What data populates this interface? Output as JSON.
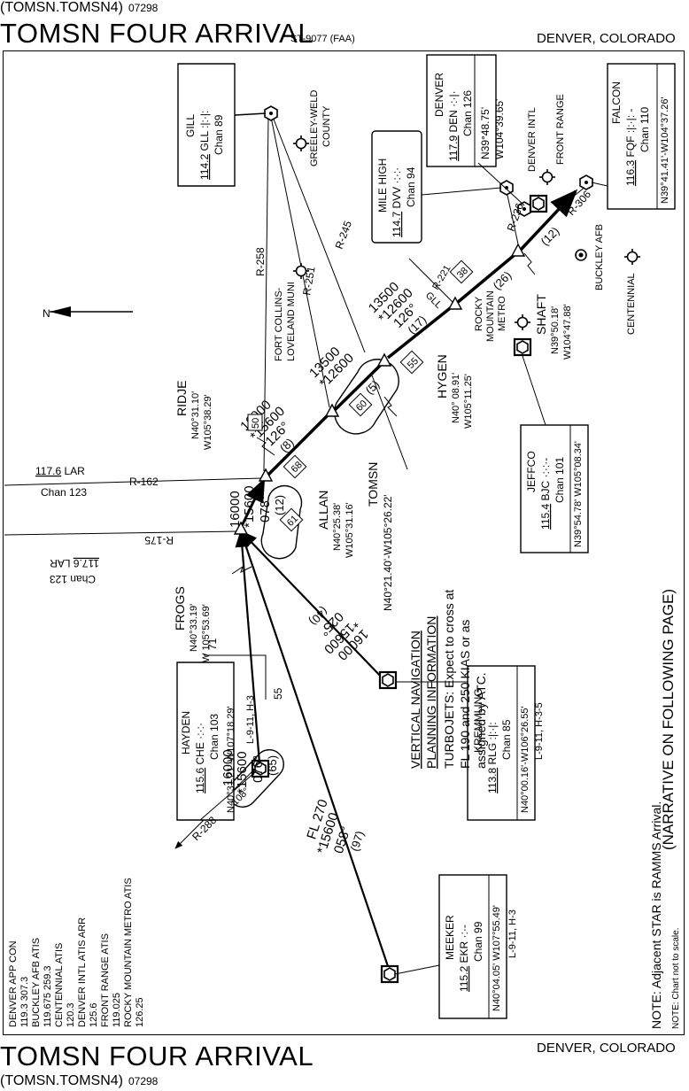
{
  "header": {
    "code": "(TOMSN.TOMSN4)",
    "code_number": "07298",
    "title": "TOMSN FOUR ARRIVAL",
    "procedure_no": "ST-9077 (FAA)",
    "location": "DENVER, COLORADO"
  },
  "footer": {
    "title": "TOMSN FOUR ARRIVAL",
    "code": "(TOMSN.TOMSN4)",
    "code_number": "07298",
    "location": "DENVER, COLORADO"
  },
  "navaids": {
    "gill": {
      "name": "GILL",
      "freq": "114.2",
      "ident": "GLL",
      "chan": "Chan 89"
    },
    "denver": {
      "name": "DENVER",
      "freq": "117.9",
      "ident": "DEN",
      "chan": "Chan 126",
      "lat": "N39°48.75'",
      "lon": "W104°39.65'"
    },
    "falcon": {
      "name": "FALCON",
      "freq": "116.3",
      "ident": "FQF",
      "chan": "Chan 110",
      "coords": "N39°41.41'-W104°37.26'"
    },
    "milehigh": {
      "name": "MILE HIGH",
      "freq": "114.7",
      "ident": "DVV",
      "chan": "Chan 94"
    },
    "jeffco": {
      "name": "JEFFCO",
      "freq": "115.4",
      "ident": "BJC",
      "chan": "Chan 101",
      "coords": "N39°54.78' W105°08.34'"
    },
    "kremmling": {
      "name": "KREMMLING",
      "freq": "113.8",
      "ident": "RLG",
      "chan": "Chan 85",
      "coords": "N40°00.16'-W106°26.55'",
      "charts": "L-9-11, H-3-5"
    },
    "hayden": {
      "name": "HAYDEN",
      "freq": "115.6",
      "ident": "CHE",
      "chan": "Chan 103",
      "coords": "N40°31.21'-W107°18.29'",
      "charts": "L-9-11, H-3"
    },
    "meeker": {
      "name": "MEEKER",
      "freq": "115.2",
      "ident": "EKR",
      "chan": "Chan 99",
      "coords": "N40°04.05' W107°55.49'",
      "charts": "L-9-11, H-3"
    },
    "lar": {
      "freq": "117.6",
      "ident": "LAR",
      "chan": "Chan 123"
    }
  },
  "airports": {
    "greeley": [
      "GREELEY-WELD",
      "COUNTY"
    ],
    "ftcollins": [
      "FORT COLLINS-",
      "LOVELAND MUNI"
    ],
    "denverintl": "DENVER INTL",
    "frontrange": "FRONT RANGE",
    "buckley": "BUCKLEY AFB",
    "centennial": "CENTENNIAL",
    "rmm": [
      "ROCKY",
      "MOUNTAIN",
      "METRO"
    ]
  },
  "fixes": {
    "ridje": {
      "name": "RIDJE",
      "lat": "N40°31.10'",
      "lon": "W105°38.29'"
    },
    "allan": {
      "name": "ALLAN",
      "lat": "N40°25.38'",
      "lon": "W105°31.16'"
    },
    "tomsn": {
      "name": "TOMSN",
      "coords": "N40°21.40'-W105°26.22'"
    },
    "hygen": {
      "name": "HYGEN",
      "lat": "N40° 08.91'",
      "lon": "W105°11.25'"
    },
    "shaft": {
      "name": "SHAFT",
      "lat": "N39°50.18'",
      "lon": "W104°47.88'"
    },
    "frogs": {
      "name": "FROGS",
      "lat": "N40°33.19'",
      "lon": "W 105°53.69'"
    }
  },
  "radials": {
    "r258": "R-258",
    "r245": "R-245",
    "r251": "R-251",
    "r221": "R-221",
    "r236": "R-236",
    "r306": "R-306",
    "r162": "R-162",
    "r175": "R-175",
    "r288": "R-288",
    "gill_label": "GLL"
  },
  "segments": {
    "ridje_allan": {
      "mea": "16000",
      "mia": "*15600",
      "course": "126°",
      "dist": "(8)",
      "box1": "50",
      "box2": "68"
    },
    "allan_tomsn": {
      "mea": "13500",
      "mia": "*12600",
      "box": "60",
      "dist": "(5)",
      "box2": "55"
    },
    "tomsn_hygen": {
      "mea": "13500",
      "mia": "*12600",
      "course": "126°",
      "dist": "(17)",
      "box": "38"
    },
    "hygen_shaft": {
      "dist": "(26)"
    },
    "shaft_falcon": {
      "dist": "(12)"
    },
    "frogs_ridje": {
      "mea": "16000",
      "mia": "*15600",
      "course": "078°",
      "dist": "(12)",
      "box": "61"
    },
    "kremmling_frogs": {
      "mea": "16000",
      "mia": "*15600",
      "course": "025°",
      "dist": "(40)"
    },
    "hayden_frogs": {
      "mea": "16000",
      "mia": "*15600",
      "course": "076°",
      "dist": "(65)"
    },
    "meeker_frogs": {
      "mea": "FL 270",
      "mia": "*15600",
      "course": "058°",
      "dist": "(97)"
    },
    "holding_hayden": "108°",
    "mora1": "71",
    "mora2": "55"
  },
  "vnav": {
    "title1": "VERTICAL NAVIGATION",
    "title2": "PLANNING INFORMATION",
    "line1": "TURBOJETS: Expect to cross at",
    "line2": "FL 190 and 250 KIAS or as",
    "line3": "assigned by ATC."
  },
  "comms": [
    "DENVER APP CON",
    "119.3  307.3",
    "BUCKLEY AFB ATIS",
    "119.675  259.3",
    "CENTENNIAL ATIS",
    "120.3",
    "DENVER INTL ATIS ARR",
    "125.6",
    "FRONT RANGE ATIS",
    "119.025",
    "ROCKY MOUNTAIN METRO ATIS",
    "126.25"
  ],
  "notes": {
    "narrative": "(NARRATIVE ON FOLLOWING PAGE)",
    "adjacent": "NOTE: Adjacent STAR is RAMMS Arrival.",
    "scale": "NOTE: Chart not to scale.",
    "north": "N"
  }
}
